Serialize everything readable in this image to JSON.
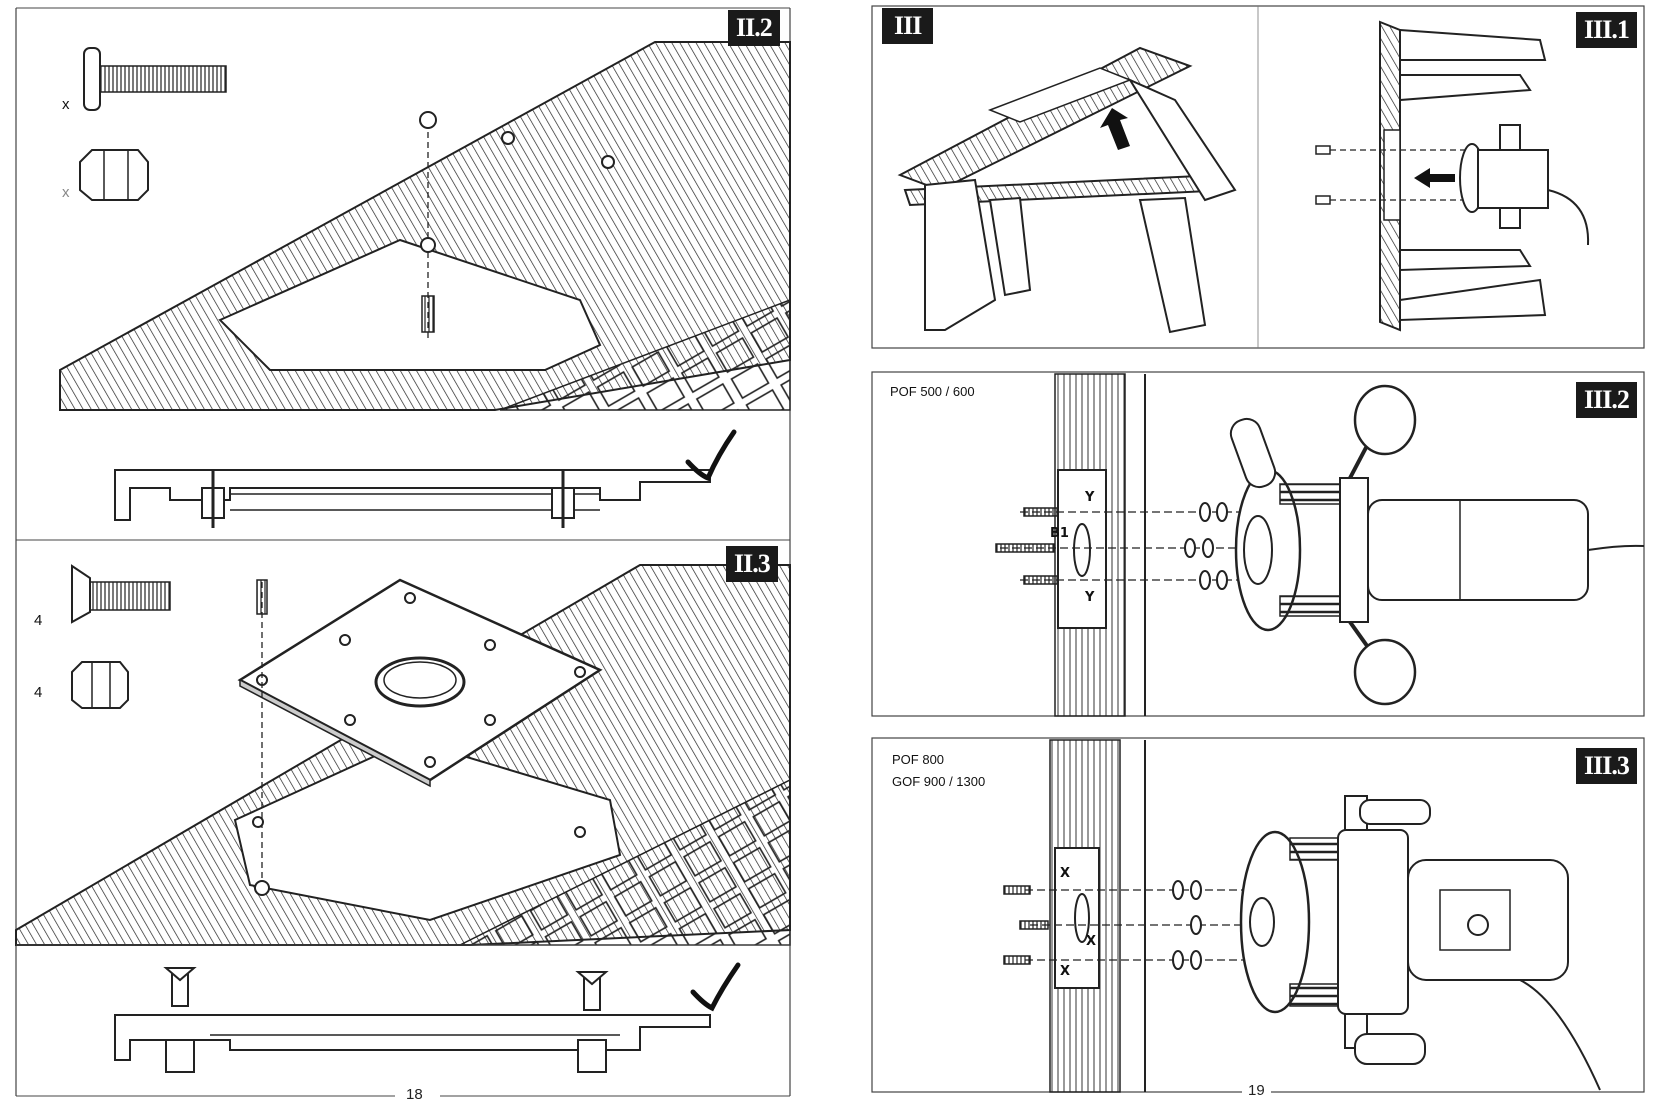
{
  "left_page": {
    "figures": [
      {
        "id": "fig-ii2",
        "label": "II.2"
      },
      {
        "id": "fig-ii3",
        "label": "II.3"
      }
    ],
    "screw_qty_ii2": "x",
    "nut_qty_ii2": "x",
    "screw_qty_ii3": "4",
    "nut_qty_ii3": "4",
    "page_number": "18"
  },
  "right_page": {
    "figures": [
      {
        "id": "fig-iii",
        "label": "III"
      },
      {
        "id": "fig-iii1",
        "label": "III.1"
      },
      {
        "id": "fig-iii2",
        "label": "III.2",
        "caption": "POF 500 / 600"
      },
      {
        "id": "fig-iii3",
        "label": "III.3",
        "caption_line1": "POF 800",
        "caption_line2": "GOF 900 / 1300"
      }
    ],
    "iii2_marks": {
      "y_top": "Y",
      "b1": "B1",
      "y_bottom": "Y"
    },
    "iii3_marks": {
      "x_top": "X",
      "x_mid": "X",
      "x_bottom": "X"
    },
    "page_number": "19"
  },
  "icons": [
    "checkmark-icon",
    "arrow-icon"
  ]
}
